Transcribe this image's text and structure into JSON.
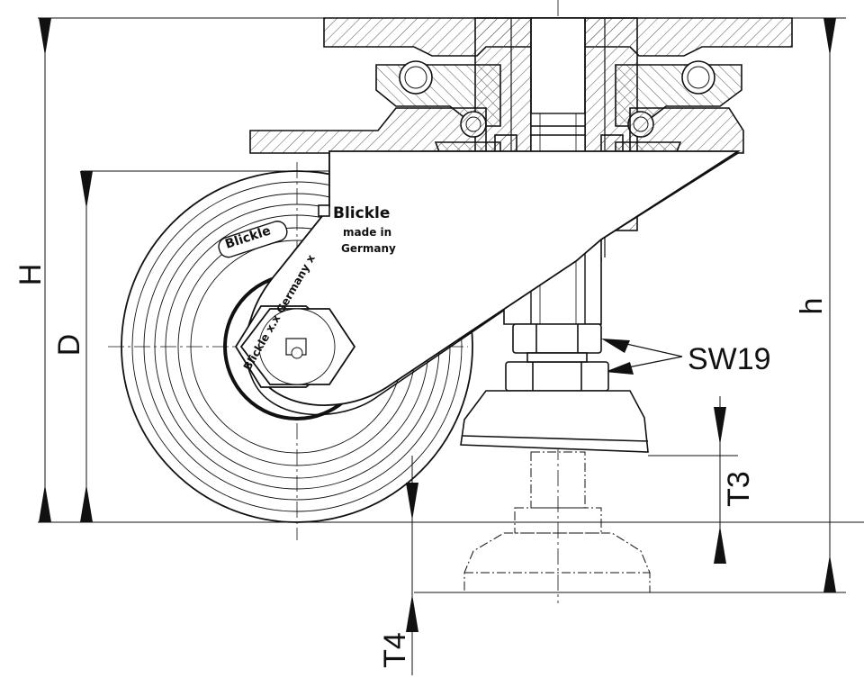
{
  "dimensions": {
    "H": "H",
    "D": "D",
    "h": "h",
    "T3": "T3",
    "T4": "T4",
    "SW": "SW19"
  },
  "branding": {
    "logo": "Blickle",
    "made_in_line1": "made in",
    "made_in_line2": "Germany",
    "tyre_stamp": "Blickle",
    "hub_text": "Blickle x.x Germany x"
  },
  "colors": {
    "line": "#111111",
    "hatch": "#555555",
    "background": "#ffffff"
  }
}
